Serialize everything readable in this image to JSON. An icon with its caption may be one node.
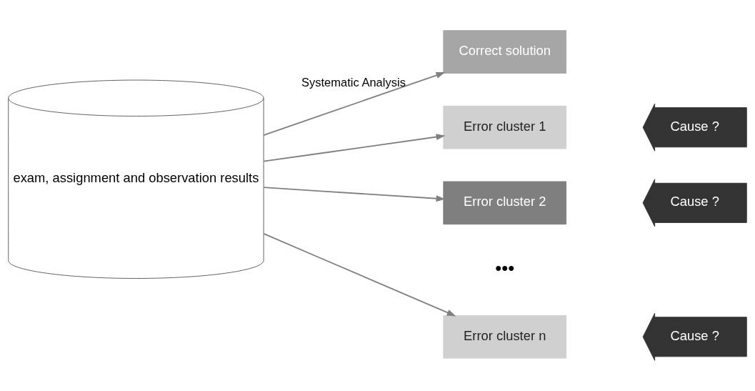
{
  "diagram": {
    "nodes": [
      {
        "text": [
          "exam, assignment and observation results"
        ]
      },
      {
        "text": [
          "Correct solution"
        ]
      },
      {
        "text": [
          "Error cluster 1"
        ]
      },
      {
        "text": [
          "Error cluster 2"
        ]
      },
      {
        "text": [
          "Error cluster n"
        ]
      },
      {
        "text": [
          "Cause ?"
        ]
      },
      {
        "text": [
          "Cause ?"
        ]
      },
      {
        "text": [
          "Cause ?"
        ]
      }
    ],
    "edges": [
      {
        "from": 0,
        "to": 1,
        "arrow": "to",
        "label": "Systematic Analysis"
      },
      {
        "from": 0,
        "to": 2,
        "arrow": "to"
      },
      {
        "from": 0,
        "to": 3,
        "arrow": "to"
      },
      {
        "from": 0,
        "to": 4,
        "arrow": "to"
      }
    ],
    "labels": [
      "•••"
    ]
  }
}
